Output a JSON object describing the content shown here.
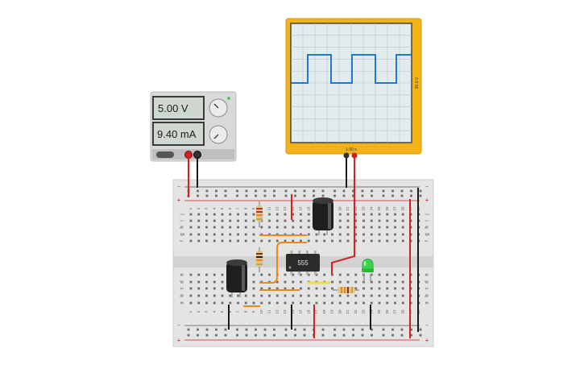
{
  "power_supply": {
    "voltage": "5.00 V",
    "current": "9.40 mA"
  },
  "oscilloscope": {
    "time_per_div": "1.00 s",
    "volts_per_div": "20.0 V",
    "trace_color": "#1e78d6",
    "frame_color": "#f3b21a"
  },
  "breadboard": {
    "column_labels": [
      "1",
      "2",
      "3",
      "4",
      "5",
      "6",
      "7",
      "8",
      "9",
      "10",
      "11",
      "12",
      "13",
      "14",
      "15",
      "16",
      "17",
      "18",
      "19",
      "20",
      "21",
      "22",
      "23",
      "24",
      "25",
      "26",
      "27",
      "28",
      "29",
      "30"
    ],
    "row_labels_top": [
      "j",
      "i",
      "h",
      "g",
      "f"
    ],
    "row_labels_bottom": [
      "e",
      "d",
      "c",
      "b",
      "a"
    ],
    "rail_plus": "+",
    "rail_minus": "−"
  },
  "ic": {
    "label": "555"
  },
  "colors": {
    "wire_red": "#d42020",
    "wire_black": "#1a1a1a",
    "wire_orange": "#e8891a",
    "wire_yellow": "#f2de3a",
    "led_green": "#3bd44a",
    "capacitor": "#1f1f1f"
  }
}
